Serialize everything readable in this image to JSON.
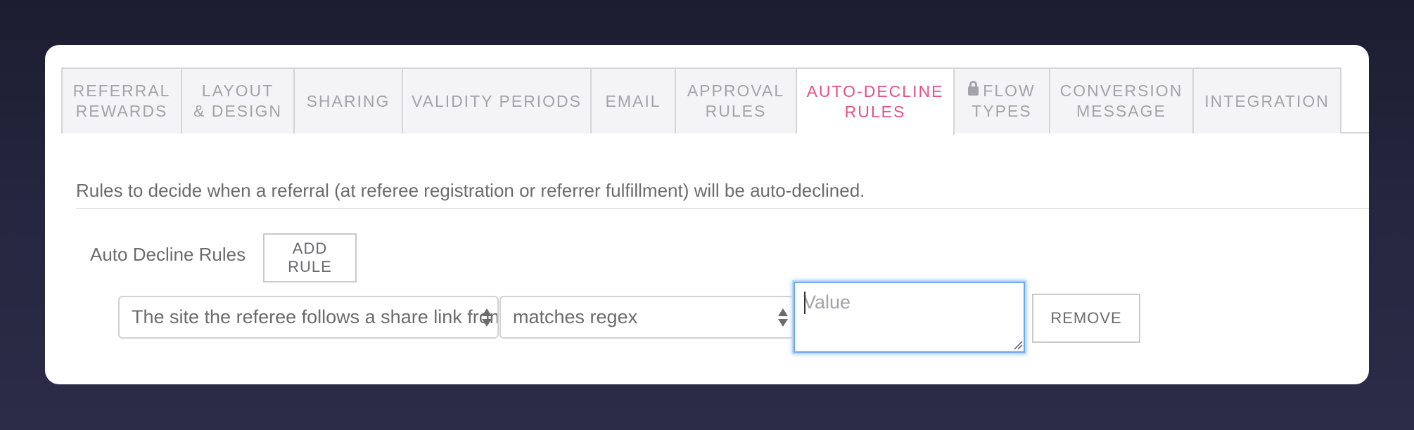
{
  "tabs": [
    {
      "label": "REFERRAL\nREWARDS",
      "active": false
    },
    {
      "label": "LAYOUT\n& DESIGN",
      "active": false
    },
    {
      "label": "SHARING",
      "active": false
    },
    {
      "label": "VALIDITY PERIODS",
      "active": false
    },
    {
      "label": "EMAIL",
      "active": false
    },
    {
      "label": "APPROVAL\nRULES",
      "active": false
    },
    {
      "label": "AUTO-DECLINE\nRULES",
      "active": true
    },
    {
      "label": "FLOW\nTYPES",
      "active": false,
      "icon": "lock-icon"
    },
    {
      "label": "CONVERSION\nMESSAGE",
      "active": false
    },
    {
      "label": "INTEGRATION",
      "active": false
    }
  ],
  "description": "Rules to decide when a referral (at referee registration or referrer fulfillment) will be auto-declined.",
  "rules": {
    "label": "Auto Decline Rules",
    "add_button": "ADD RULE",
    "rule": {
      "field": "The site the referee follows a share link from",
      "operator": "matches regex",
      "value_placeholder": "Value",
      "remove_button": "REMOVE"
    }
  },
  "colors": {
    "accent": "#e54f86",
    "focus": "#6aa9ec",
    "text": "#6b6b70",
    "tab_text": "#a3a3ab"
  }
}
